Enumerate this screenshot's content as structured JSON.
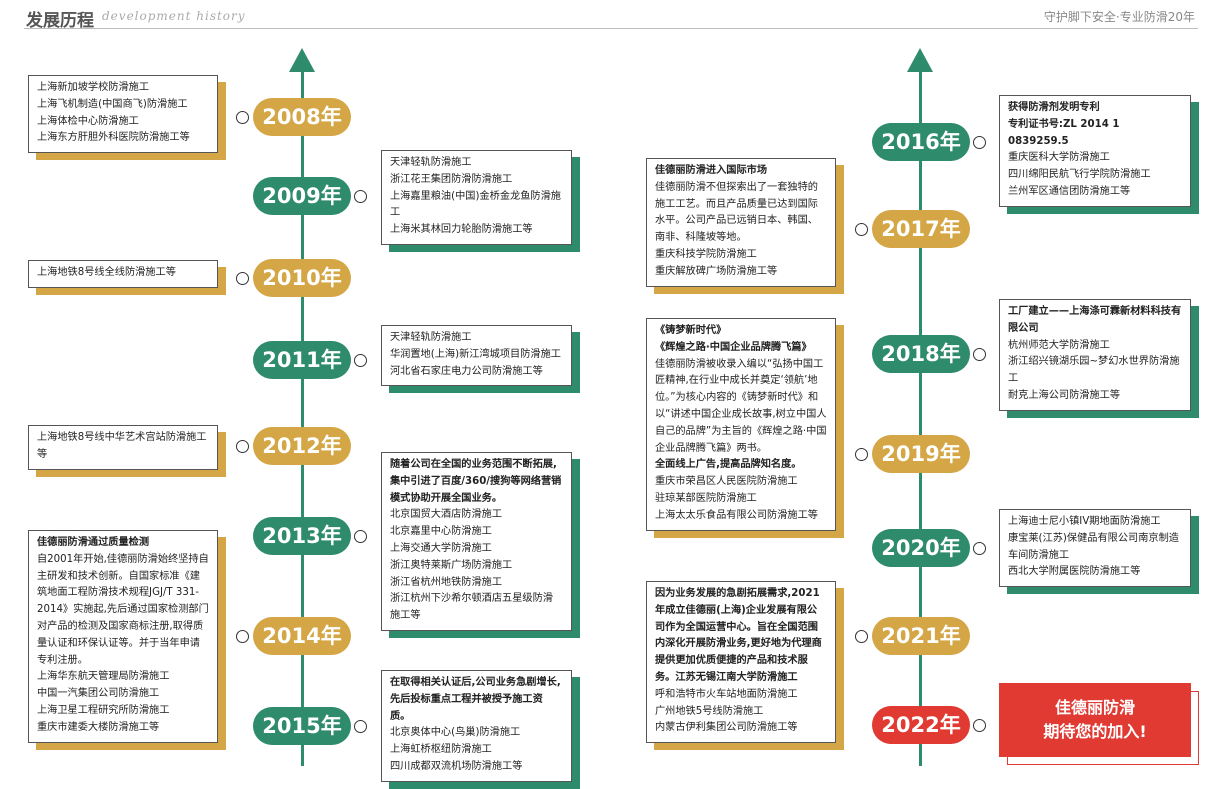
{
  "header": {
    "title": "发展历程",
    "subtitle": "development history",
    "slogan": "守护脚下安全·专业防滑20年"
  },
  "colors": {
    "gold": "#d4a645",
    "green": "#2e8b6b",
    "red": "#e03a33"
  },
  "left": {
    "years": [
      "2008年",
      "2009年",
      "2010年",
      "2011年",
      "2012年",
      "2013年",
      "2014年",
      "2015年"
    ],
    "cards": [
      {
        "lines": [
          "上海新加坡学校防滑施工",
          "上海飞机制造(中国商飞)防滑施工",
          "上海体检中心防滑施工",
          "上海东方肝胆外科医院防滑施工等"
        ]
      },
      {
        "lines": [
          "天津轻轨防滑施工",
          "浙江花王集团防滑防滑施工",
          "上海嘉里粮油(中国)金桥金龙鱼防滑施工",
          "上海米其林回力轮胎防滑施工等"
        ]
      },
      {
        "lines": [
          "上海地铁8号线全线防滑施工等"
        ]
      },
      {
        "lines": [
          "天津轻轨防滑施工",
          "华润置地(上海)新江湾城项目防滑施工",
          "河北省石家庄电力公司防滑施工等"
        ]
      },
      {
        "lines": [
          "上海地铁8号线中华艺术宫站防滑施工等"
        ]
      },
      {
        "lines": [
          "随着公司在全国的业务范围不断拓展,集中引进了百度/360/搜狗等网络营销模式协助开展全国业务。",
          "北京国贸大酒店防滑施工",
          "北京嘉里中心防滑施工",
          "上海交通大学防滑施工",
          "浙江奥特莱斯广场防滑施工",
          "浙江省杭州地铁防滑施工",
          "浙江杭州下沙希尔顿酒店五星级防滑施工等"
        ]
      },
      {
        "lines": [
          "佳德丽防滑通过质量检测",
          "自2001年开始,佳德丽防滑始终坚持自主研发和技术创新。自国家标准《建筑地面工程防滑技术规程JGJ/T 331-2014》实施起,先后通过国家检测部门对产品的检测及国家商标注册,取得质量认证和环保认证等。并于当年申请专利注册。",
          "上海华东航天管理局防滑施工",
          "中国一汽集团公司防滑施工",
          "上海卫星工程研究所防滑施工",
          "重庆市建委大楼防滑施工等"
        ]
      },
      {
        "lines": [
          "在取得相关认证后,公司业务急剧增长,先后投标重点工程并被授予施工资质。",
          "北京奥体中心(鸟巢)防滑施工",
          "上海虹桥枢纽防滑施工",
          "四川成都双流机场防滑施工等"
        ]
      }
    ]
  },
  "right": {
    "years": [
      "2016年",
      "2017年",
      "2018年",
      "2019年",
      "2020年",
      "2021年",
      "2022年"
    ],
    "cards": [
      {
        "lines": [
          "获得防滑剂发明专利",
          "专利证书号:ZL 2014 1 0839259.5",
          "重庆医科大学防滑施工",
          "四川绵阳民航飞行学院防滑施工",
          "兰州军区通信团防滑施工等"
        ]
      },
      {
        "lines": [
          "佳德丽防滑进入国际市场",
          "佳德丽防滑不但探索出了一套独特的施工工艺。而且产品质量已达到国际水平。公司产品已远销日本、韩国、南非、科隆坡等地。",
          "重庆科技学院防滑施工",
          "重庆解放碑广场防滑施工等"
        ]
      },
      {
        "lines": [
          "工厂建立——上海涤可霖新材料科技有限公司",
          "杭州师范大学防滑施工",
          "浙江绍兴镜湖乐园~梦幻水世界防滑施工",
          "耐克上海公司防滑施工等"
        ]
      },
      {
        "lines": [
          "《铸梦新时代》",
          "《辉煌之路·中国企业品牌腾飞篇》",
          "佳德丽防滑被收录入编以“弘扬中国工匠精神,在行业中成长并奠定‘领航’地位。”为核心内容的《铸梦新时代》和以“讲述中国企业成长故事,树立中国人自己的品牌”为主旨的《辉煌之路·中国企业品牌腾飞篇》两书。",
          "全面线上广告,提高品牌知名度。",
          "重庆市荣昌区人民医院防滑施工",
          "驻琼某部医院防滑施工",
          "上海太太乐食品有限公司防滑施工等"
        ]
      },
      {
        "lines": [
          "上海迪士尼小镇IV期地面防滑施工",
          "康宝莱(江苏)保健品有限公司南京制造车间防滑施工",
          "西北大学附属医院防滑施工等"
        ]
      },
      {
        "lines": [
          "因为业务发展的急剧拓展需求,2021年成立佳德丽(上海)企业发展有限公司作为全国运营中心。旨在全国范围内深化开展防滑业务,更好地为代理商提供更加优质便捷的产品和技术服务。江苏无锡江南大学防滑施工",
          "呼和浩特市火车站地面防滑施工",
          "广州地铁5号线防滑施工",
          "内蒙古伊利集团公司防滑施工等"
        ]
      }
    ],
    "finale": [
      "佳德丽防滑",
      "期待您的加入!"
    ]
  }
}
